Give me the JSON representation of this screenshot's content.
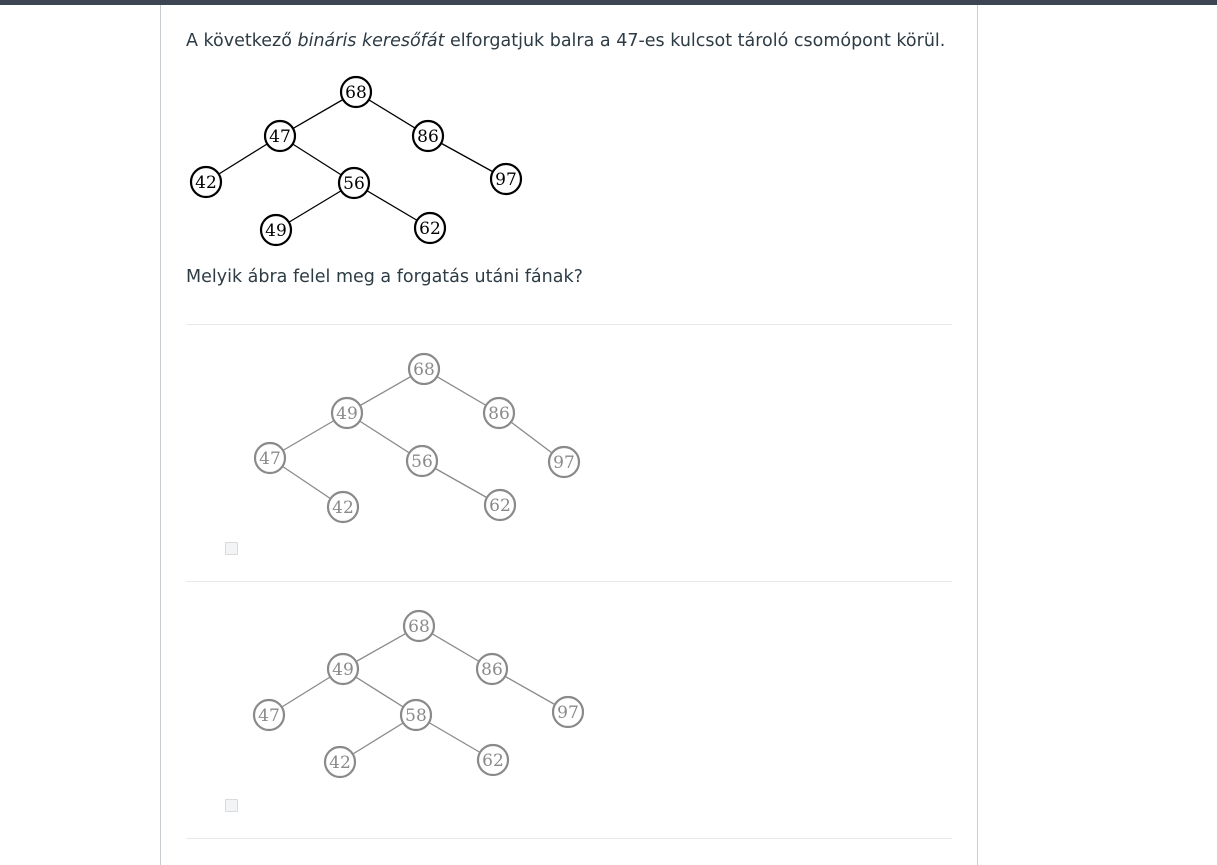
{
  "question": {
    "text_before": "A következő ",
    "text_em": "bináris keresőfát",
    "text_after": " elforgatjuk balra a 47-es kulcsot tároló csomópont körül.",
    "prompt": "Melyik ábra felel meg a forgatás utáni fának?"
  },
  "question_tree": {
    "nodes": [
      "68",
      "47",
      "86",
      "42",
      "56",
      "97",
      "49",
      "62"
    ]
  },
  "answers": [
    {
      "nodes": [
        "68",
        "49",
        "86",
        "47",
        "56",
        "97",
        "42",
        "62"
      ]
    },
    {
      "nodes": [
        "68",
        "49",
        "86",
        "47",
        "58",
        "97",
        "42",
        "62"
      ]
    }
  ]
}
